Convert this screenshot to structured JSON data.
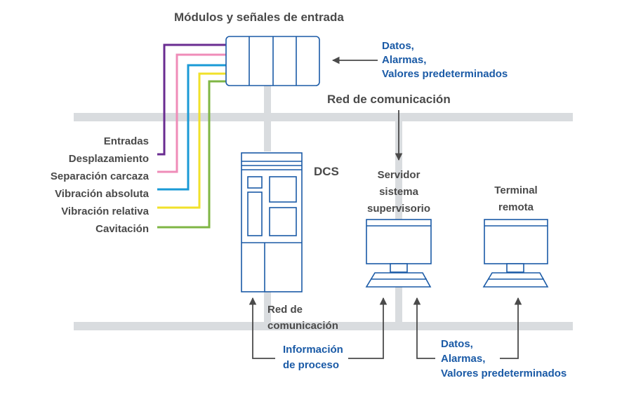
{
  "title": "Módulos y señales de entrada",
  "top_right_note": [
    "Datos,",
    "Alarmas,",
    "Valores predeterminados"
  ],
  "network_top_label": "Red de comunicación",
  "inputs": {
    "header": "Entradas",
    "items": [
      {
        "label": "Desplazamiento",
        "color": "#6a2c91"
      },
      {
        "label": "Separación carcaza",
        "color": "#ef8cb8"
      },
      {
        "label": "Vibración absoluta",
        "color": "#1a9ad6"
      },
      {
        "label": "Vibración relativa",
        "color": "#f1e12a"
      },
      {
        "label": "Cavitación",
        "color": "#7fb644"
      }
    ]
  },
  "dcs_label": "DCS",
  "server_label": [
    "Servidor",
    "sistema",
    "supervisorio"
  ],
  "terminal_label": [
    "Terminal",
    "remota"
  ],
  "network_bottom_label": [
    "Red de",
    "comunicación"
  ],
  "process_info_label": [
    "Información",
    "de proceso"
  ],
  "bottom_right_note": [
    "Datos,",
    "Alarmas,",
    "Valores predeterminados"
  ],
  "colors": {
    "text_gray": "#4a4a4a",
    "text_blue": "#1a5aa6",
    "device_stroke": "#1a5aa6",
    "bus_gray": "#d9dcdf",
    "arrow": "#4a4a4a"
  }
}
